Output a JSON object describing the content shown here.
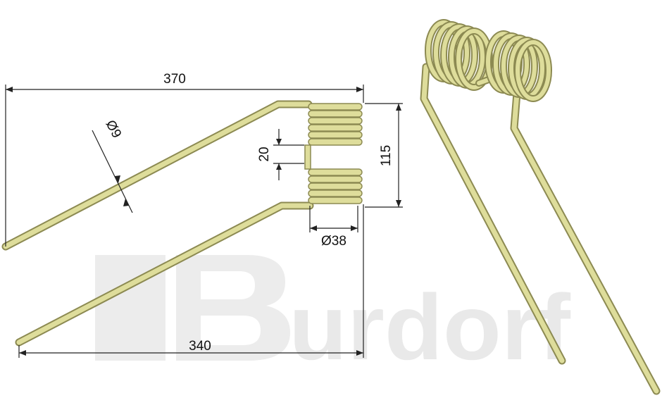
{
  "watermark": {
    "text": "urdorf"
  },
  "dimensions": {
    "overall_length": "370",
    "lower_leg_length": "340",
    "wire_diameter": "Ø9",
    "coil_gap": "20",
    "coil_height": "115",
    "coil_diameter": "Ø38"
  },
  "colors": {
    "wire_fill": "#dedd9b",
    "wire_outline": "#8c8a52",
    "dimension_line": "#222222",
    "watermark": "#e9e9e9"
  }
}
